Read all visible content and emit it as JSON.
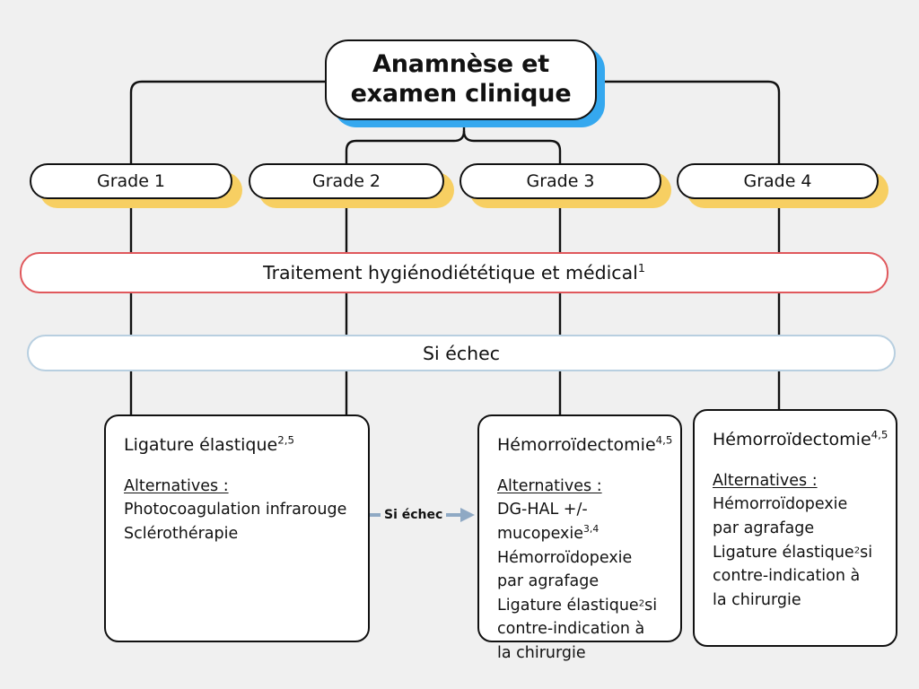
{
  "diagram": {
    "title_node": {
      "line1": "Anamnèse et",
      "line2": "examen clinique",
      "shadow_color": "#35a8ef"
    },
    "grades": [
      {
        "label": "Grade 1"
      },
      {
        "label": "Grade 2"
      },
      {
        "label": "Grade 3"
      },
      {
        "label": "Grade 4"
      }
    ],
    "grade_shadow_color": "#f7cf62",
    "bars": [
      {
        "text": "Traitement hygiénodiététique et médical",
        "sup": "1",
        "border_color": "#e0585c"
      },
      {
        "text": "Si échec",
        "sup": "",
        "border_color": "#b8cfe0"
      }
    ],
    "arrow": {
      "label": "Si échec",
      "color": "#8fa9c4"
    },
    "cards": [
      {
        "title": "Ligature élastique",
        "title_sup": "2,5",
        "alternatives_label": "Alternatives :",
        "items": [
          {
            "text": "Photocoagulation infrarouge",
            "sup": "",
            "suffix": ""
          },
          {
            "text": "Sclérothérapie",
            "sup": "",
            "suffix": ""
          }
        ]
      },
      {
        "title": "Hémorroïdectomie",
        "title_sup": "4,5",
        "alternatives_label": "Alternatives :",
        "items": [
          {
            "text": "DG-HAL +/- mucopexie",
            "sup": "3,4",
            "suffix": ""
          },
          {
            "text": "Hémorroïdopexie par agrafage",
            "sup": "",
            "suffix": ""
          },
          {
            "text": "Ligature élastique",
            "sup": "2",
            "suffix": "si contre-indication à la chirurgie"
          }
        ]
      },
      {
        "title": "Hémorroïdectomie",
        "title_sup": "4,5",
        "alternatives_label": "Alternatives :",
        "items": [
          {
            "text": "Hémorroïdopexie par agrafage",
            "sup": "",
            "suffix": ""
          },
          {
            "text": "Ligature élastique",
            "sup": "2",
            "suffix": "si contre-indication à la chirurgie"
          }
        ]
      }
    ],
    "colors": {
      "background": "#f0f0f0",
      "stroke": "#111111",
      "node_fill": "#ffffff"
    }
  }
}
